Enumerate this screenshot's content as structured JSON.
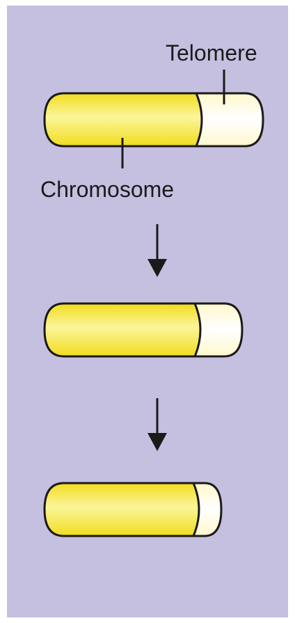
{
  "labels": {
    "telomere": "Telomere",
    "chromosome": "Chromosome"
  },
  "colors": {
    "background": "#c5c0e0",
    "chromosome_fill": "#f5e842",
    "telomere_fill": "#fffde8",
    "outline": "#1a1a1a"
  },
  "stages": [
    {
      "telomere_fraction": 0.32
    },
    {
      "telomere_fraction": 0.25
    },
    {
      "telomere_fraction": 0.16
    }
  ]
}
